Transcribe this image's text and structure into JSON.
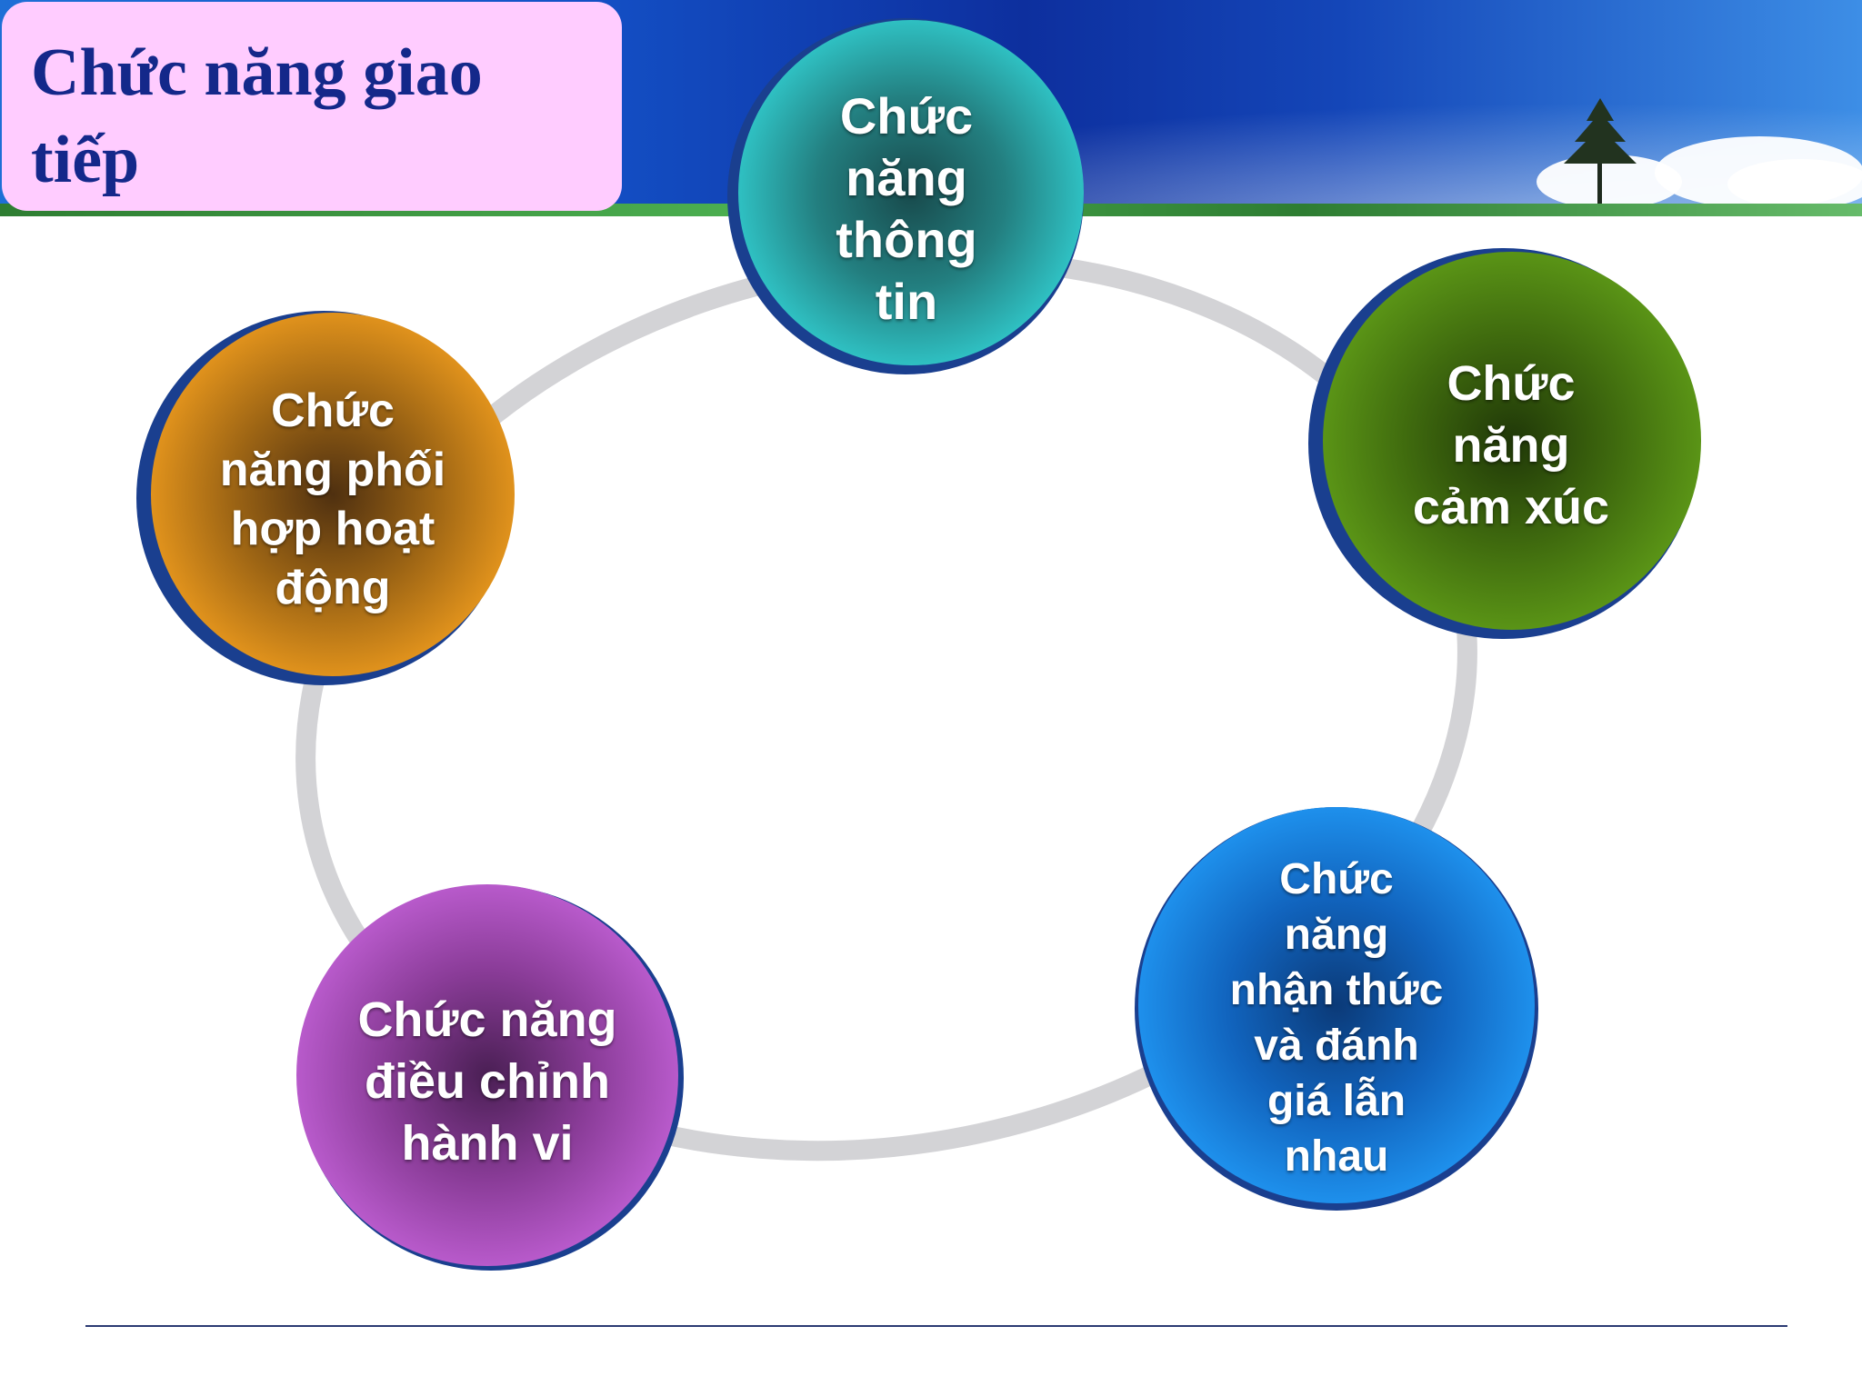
{
  "title": "Chức năng giao tiếp",
  "nodes": [
    {
      "id": "thong-tin",
      "label": "Chức năng thông tin",
      "color": "#2bb3b5"
    },
    {
      "id": "cam-xuc",
      "label": "Chức năng cảm xúc",
      "color": "#4f8a12"
    },
    {
      "id": "nhan-thuc",
      "label": "Chức năng nhận thức và đánh giá lẫn nhau",
      "color": "#1a86e0"
    },
    {
      "id": "dieu-chinh",
      "label": "Chức năng điều chỉnh hành vi",
      "color": "#b04cc0"
    },
    {
      "id": "phoi-hop",
      "label": "Chức năng phối hợp hoạt động",
      "color": "#d08412"
    }
  ],
  "colors": {
    "title_background": "#ffccff",
    "title_text": "#14288a",
    "ring": "#d3d3d6",
    "circle_edge": "#1a3f8f"
  }
}
